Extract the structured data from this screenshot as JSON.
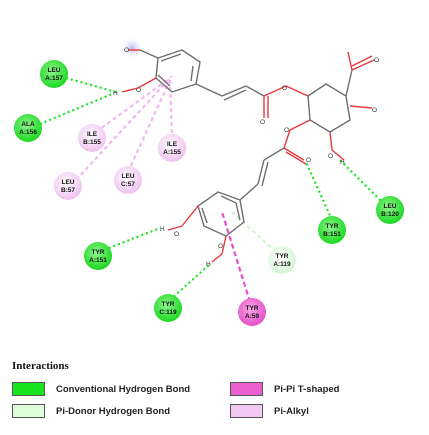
{
  "colors": {
    "conventional_hbond": "#19e51e",
    "pi_donor_hbond": "#dcfcda",
    "pi_pi_tshaped": "#ea5fcd",
    "pi_alkyl": "#f2c7f2",
    "bond_gray": "#6e6e6e",
    "oxygen_red": "#e8383a"
  },
  "atoms": {
    "oxygen": "O",
    "hydrogen": "H"
  },
  "residues": [
    {
      "id": "leu-a157",
      "label": [
        "LEU",
        "A:157"
      ],
      "type": "conventional_hbond"
    },
    {
      "id": "ala-a156",
      "label": [
        "ALA",
        "A:156"
      ],
      "type": "conventional_hbond"
    },
    {
      "id": "ile-b155",
      "label": [
        "ILE",
        "B:155"
      ],
      "type": "pi_alkyl"
    },
    {
      "id": "ile-a155",
      "label": [
        "ILE",
        "A:155"
      ],
      "type": "pi_alkyl"
    },
    {
      "id": "leu-c57",
      "label": [
        "LEU",
        "C:57"
      ],
      "type": "pi_alkyl"
    },
    {
      "id": "leu-b57",
      "label": [
        "LEU",
        "B:57"
      ],
      "type": "pi_alkyl"
    },
    {
      "id": "tyr-b151",
      "label": [
        "TYR",
        "B:151"
      ],
      "type": "conventional_hbond"
    },
    {
      "id": "leu-b120",
      "label": [
        "LEU",
        "B:120"
      ],
      "type": "conventional_hbond"
    },
    {
      "id": "tyr-a151",
      "label": [
        "TYR",
        "A:151"
      ],
      "type": "conventional_hbond"
    },
    {
      "id": "tyr-a119",
      "label": [
        "TYR",
        "A:119"
      ],
      "type": "pi_donor_hbond"
    },
    {
      "id": "tyr-c119",
      "label": [
        "TYR",
        "C:119"
      ],
      "type": "conventional_hbond"
    },
    {
      "id": "tyr-a59",
      "label": [
        "TYR",
        "A:59"
      ],
      "type": "pi_pi_tshaped"
    }
  ],
  "legend": {
    "title": "Interactions",
    "items": [
      {
        "label": "Conventional Hydrogen Bond",
        "color": "#19e51e"
      },
      {
        "label": "Pi-Pi T-shaped",
        "color": "#ea5fcd"
      },
      {
        "label": "Pi-Donor Hydrogen Bond",
        "color": "#dcfcda"
      },
      {
        "label": "Pi-Alkyl",
        "color": "#f2c7f2"
      }
    ]
  }
}
